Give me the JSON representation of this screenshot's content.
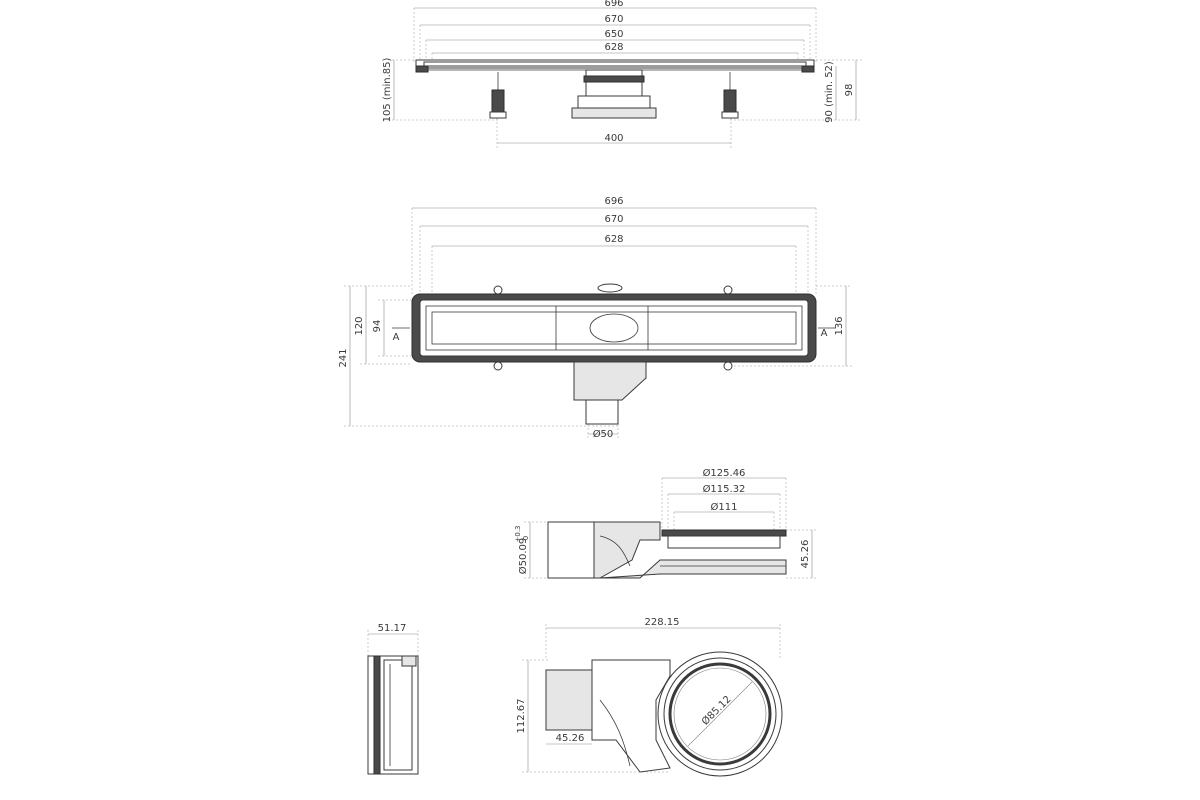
{
  "top_view": {
    "dim_696": "696",
    "dim_670": "670",
    "dim_650": "650",
    "dim_628": "628",
    "dim_400": "400",
    "dim_105": "105 (min.85)",
    "dim_90": "90 (min. 52)",
    "dim_98": "98"
  },
  "plan_view": {
    "dim_696": "696",
    "dim_670": "670",
    "dim_628": "628",
    "dim_241": "241",
    "dim_120": "120",
    "dim_94": "94",
    "dim_136": "136",
    "section_left": "A",
    "section_right": "A",
    "outlet_dia": "Ø50"
  },
  "trap_side": {
    "dia_125": "Ø125.46",
    "dia_115": "Ø115.32",
    "dia_111": "Ø111",
    "height": "45.26",
    "outlet": "Ø50.09",
    "tol_upper": "+0.3",
    "tol_lower": "0"
  },
  "trap_small": {
    "width": "51.17"
  },
  "trap_plan": {
    "length": "228.15",
    "height": "112.67",
    "outlet_len": "45.26",
    "ring_dia": "Ø85.12"
  }
}
